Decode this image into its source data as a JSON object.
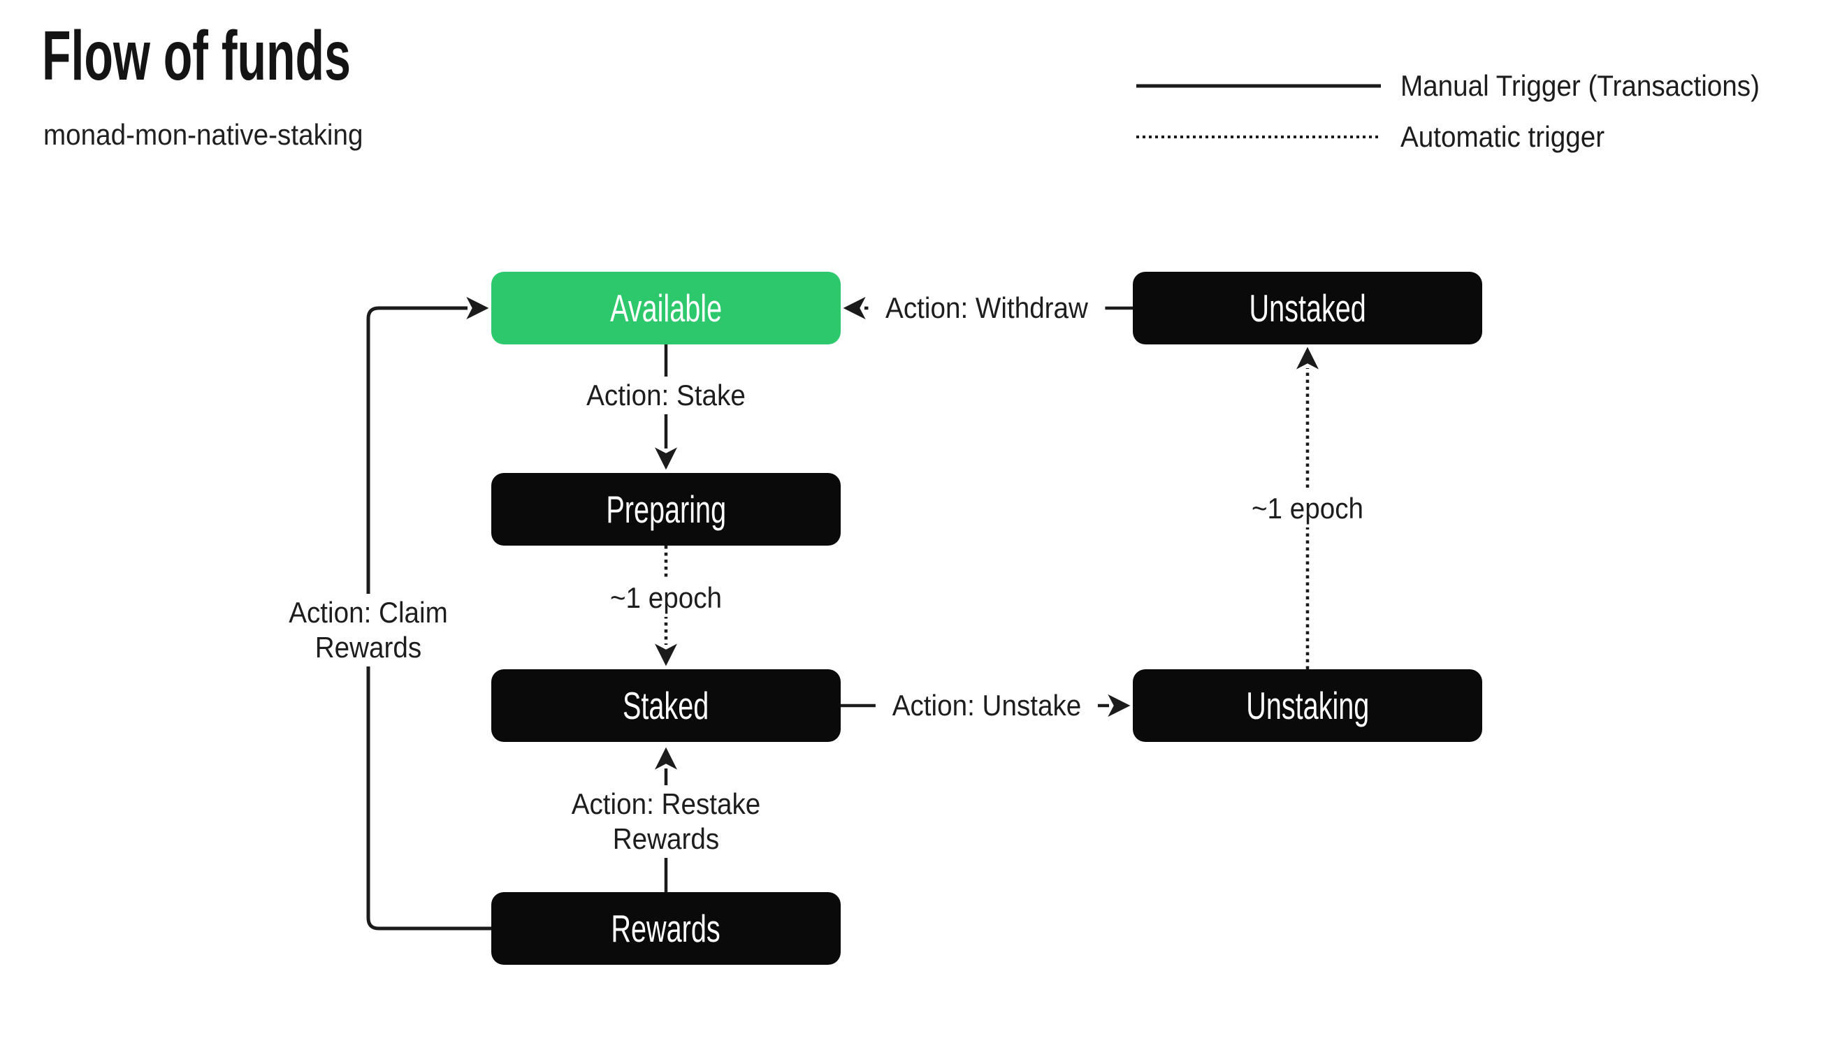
{
  "header": {
    "title": "Flow of funds",
    "subtitle": "monad-mon-native-staking"
  },
  "legend": {
    "manual_label": "Manual Trigger (Transactions)",
    "automatic_label": "Automatic trigger"
  },
  "nodes": {
    "available": {
      "label": "Available",
      "color": "#2EC86C"
    },
    "unstaked": {
      "label": "Unstaked",
      "color": "#0a0a0a"
    },
    "preparing": {
      "label": "Preparing",
      "color": "#0a0a0a"
    },
    "staked": {
      "label": "Staked",
      "color": "#0a0a0a"
    },
    "unstaking": {
      "label": "Unstaking",
      "color": "#0a0a0a"
    },
    "rewards": {
      "label": "Rewards",
      "color": "#0a0a0a"
    }
  },
  "edges": {
    "stake": {
      "from": "Available",
      "to": "Preparing",
      "type": "manual",
      "label": "Action: Stake"
    },
    "prepare_epoch": {
      "from": "Preparing",
      "to": "Staked",
      "type": "automatic",
      "label": "~1 epoch"
    },
    "unstake": {
      "from": "Staked",
      "to": "Unstaking",
      "type": "manual",
      "label": "Action: Unstake"
    },
    "unstake_epoch": {
      "from": "Unstaking",
      "to": "Unstaked",
      "type": "automatic",
      "label": "~1 epoch"
    },
    "withdraw": {
      "from": "Unstaked",
      "to": "Available",
      "type": "manual",
      "label": "Action: Withdraw"
    },
    "restake": {
      "from": "Rewards",
      "to": "Staked",
      "type": "manual",
      "label_line1": "Action: Restake",
      "label_line2": "Rewards"
    },
    "claim": {
      "from": "Rewards",
      "to": "Available",
      "type": "manual",
      "label_line1": "Action: Claim",
      "label_line2": "Rewards"
    }
  },
  "colors": {
    "node_green": "#2EC86C",
    "node_black": "#0a0a0a",
    "line": "#1b1b1b",
    "text_dark": "#1d1d1d",
    "text_light": "#ffffff",
    "background": "#ffffff"
  }
}
